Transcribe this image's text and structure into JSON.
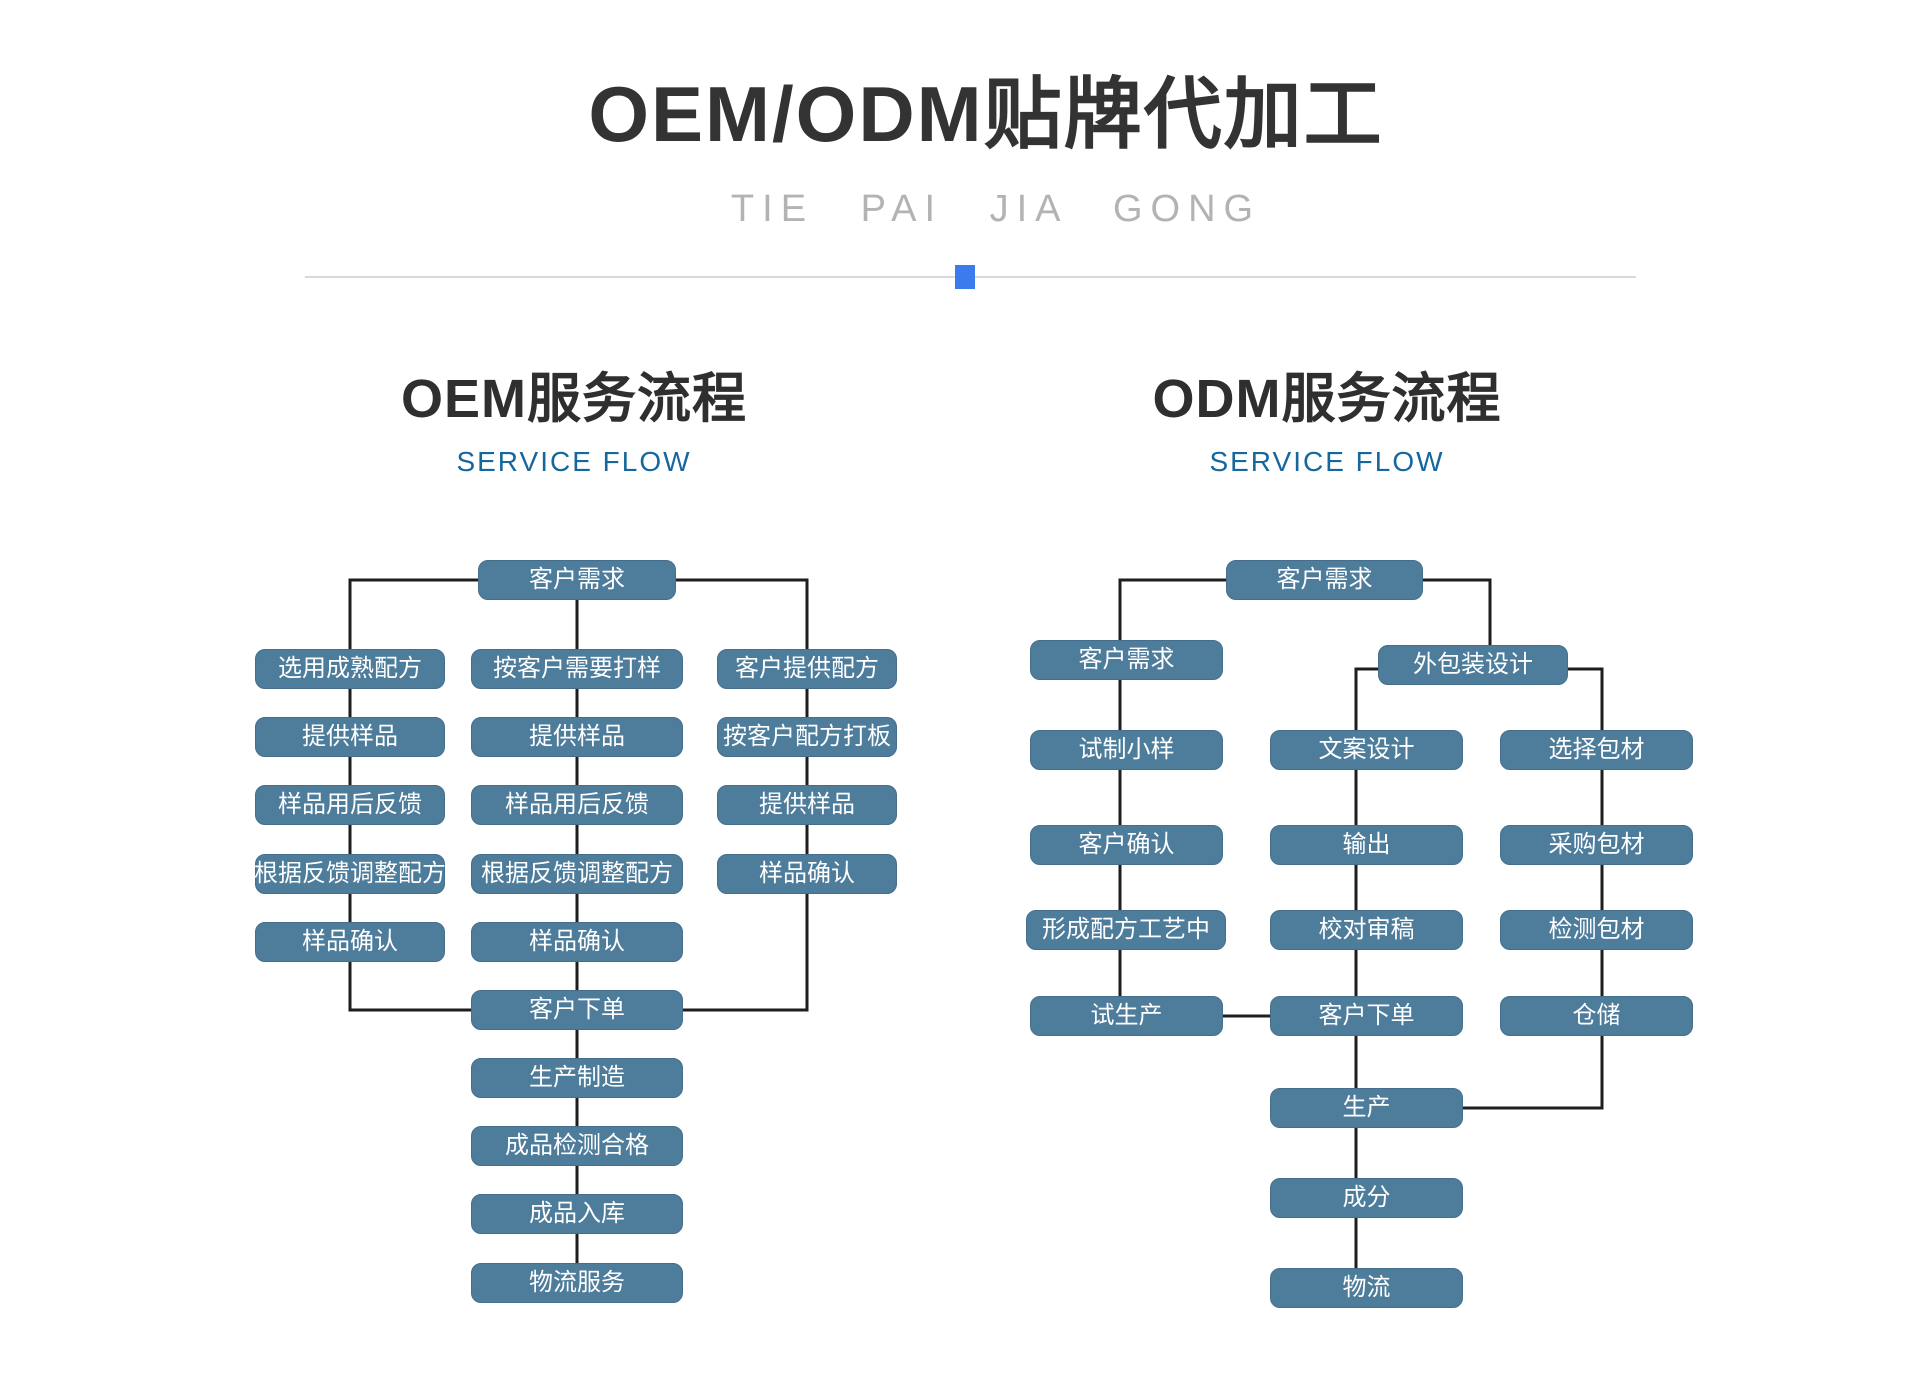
{
  "header": {
    "title": "OEM/ODM贴牌代加工",
    "subtitle": "TIE PAI JIA GONG"
  },
  "colors": {
    "node_fill": "#4e7c9b",
    "connector": "#1e1e1e",
    "accent_square": "#3b7bed",
    "flow_text": "#15679e"
  },
  "oem": {
    "heading": "OEM服务流程",
    "subheading": "SERVICE FLOW",
    "nodes": {
      "top": "客户需求",
      "c1r1": "选用成熟配方",
      "c1r2": "提供样品",
      "c1r3": "样品用后反馈",
      "c1r4": "根据反馈调整配方",
      "c1r5": "样品确认",
      "c2r1": "按客户需要打样",
      "c2r2": "提供样品",
      "c2r3": "样品用后反馈",
      "c2r4": "根据反馈调整配方",
      "c2r5": "样品确认",
      "c3r1": "客户提供配方",
      "c3r2": "按客户配方打板",
      "c3r3": "提供样品",
      "c3r4": "样品确认",
      "order": "客户下单",
      "produce": "生产制造",
      "inspect": "成品检测合格",
      "instock": "成品入库",
      "logistics": "物流服务"
    }
  },
  "odm": {
    "heading": "ODM服务流程",
    "subheading": "SERVICE FLOW",
    "nodes": {
      "top": "客户需求",
      "l1": "客户需求",
      "l2": "试制小样",
      "l3": "客户确认",
      "l4": "形成配方工艺中",
      "l5": "试生产",
      "pkg": "外包装设计",
      "m1": "文案设计",
      "m2": "输出",
      "m3": "校对审稿",
      "m4": "客户下单",
      "m5": "生产",
      "m6": "成分",
      "m7": "物流",
      "r1": "选择包材",
      "r2": "采购包材",
      "r3": "检测包材",
      "r4": "仓储"
    }
  }
}
